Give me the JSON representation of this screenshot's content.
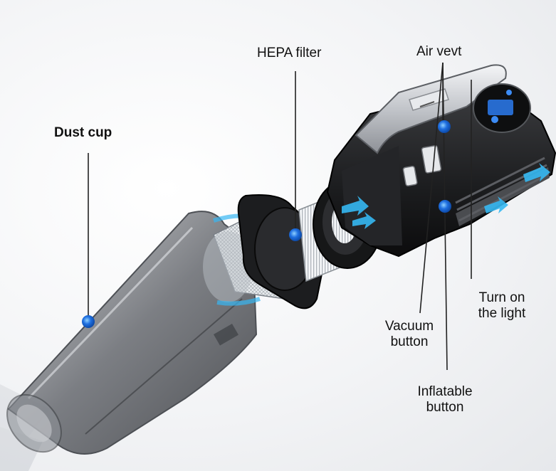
{
  "labels": {
    "dust_cup": "Dust cup",
    "hepa_filter": "HEPA filter",
    "air_vent": "Air vevt",
    "turn_on_light": [
      "Turn on",
      "the light"
    ],
    "vacuum_button": [
      "Vacuum",
      "button"
    ],
    "inflatable_button": [
      "Inflatable",
      "button"
    ]
  },
  "colors": {
    "marker": "#1f6fe0",
    "arrow": "#35b8f2",
    "body_dark": "#1b1c1e",
    "handle_silver": "#c9ccd1",
    "cup_grey": "#6b6e73",
    "display_blue": "#2b7bf0"
  },
  "icons": [
    "marker-dot-icon",
    "airflow-arrow-icon"
  ]
}
